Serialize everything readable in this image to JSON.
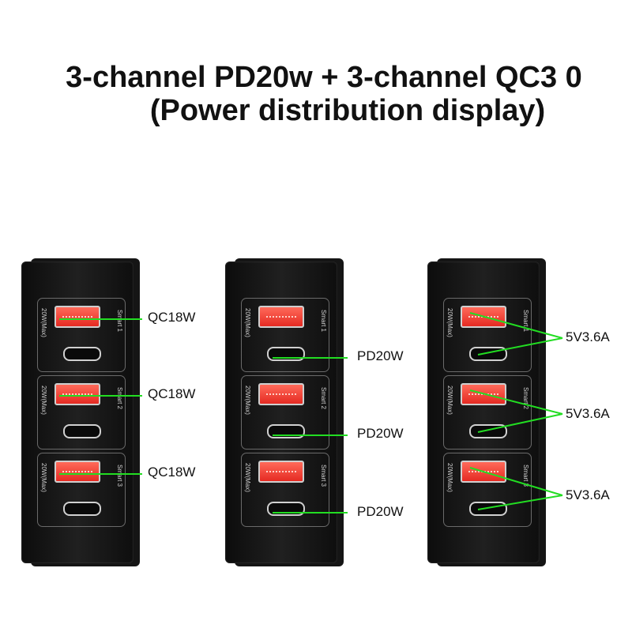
{
  "title": {
    "line1": "3-channel PD20w + 3-channel QC3 0",
    "line2": "(Power distribution display)"
  },
  "port_text": {
    "rating": "20W(Max)",
    "smart": [
      "Smart 1",
      "Smart 2",
      "Smart 3"
    ]
  },
  "panels": [
    {
      "labels": [
        "QC18W",
        "QC18W",
        "QC18W"
      ]
    },
    {
      "labels": [
        "PD20W",
        "PD20W",
        "PD20W"
      ]
    },
    {
      "labels": [
        "5V3.6A",
        "5V3.6A",
        "5V3.6A"
      ]
    }
  ],
  "colors": {
    "connector_line": "#22dd22",
    "usb_a_port": "#e52a22",
    "charger_body": "#151515"
  }
}
